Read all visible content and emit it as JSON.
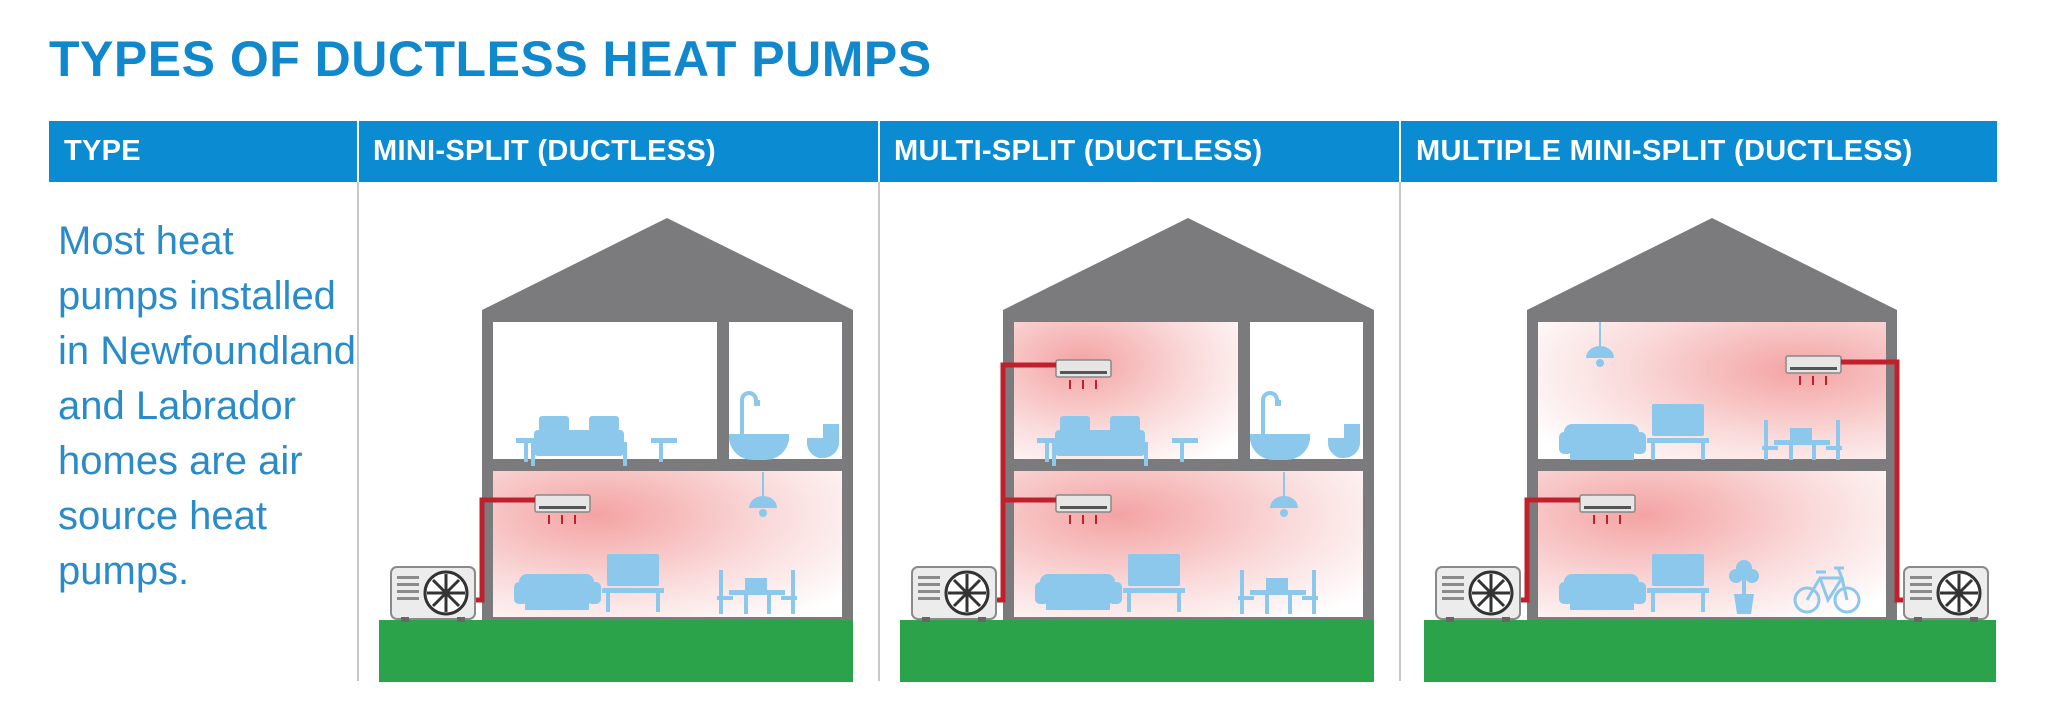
{
  "title": "TYPES OF DUCTLESS HEAT PUMPS",
  "header": {
    "type_label": "TYPE",
    "columns": [
      "MINI-SPLIT (DUCTLESS)",
      "MULTI-SPLIT (DUCTLESS)",
      "MULTIPLE MINI-SPLIT (DUCTLESS)"
    ]
  },
  "description": "Most heat pumps installed in Newfoundland and Labrador homes are air source heat pumps.",
  "colors": {
    "title": "#1188cc",
    "header_bg": "#0a8bd2",
    "roof": "#7b7b7d",
    "wall": "#7b7b7d",
    "furniture": "#8cc7ec",
    "heat": "#f4a3a3",
    "refrigerant_line": "#c0202b",
    "ground": "#2aa34a"
  },
  "icons": [
    "house-icon",
    "roof-icon",
    "outdoor-unit-icon",
    "indoor-unit-icon",
    "bed-icon",
    "bathtub-icon",
    "toilet-icon",
    "sofa-icon",
    "tv-icon",
    "dining-table-icon",
    "pendant-lamp-icon",
    "plant-icon",
    "bicycle-icon",
    "refrigerant-line-icon"
  ]
}
